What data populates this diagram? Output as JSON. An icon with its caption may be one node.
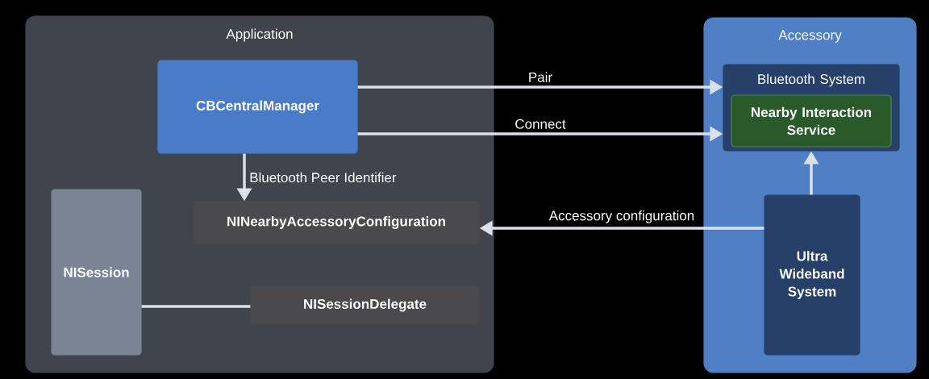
{
  "diagram": {
    "nodes": [
      {
        "text": [
          "Application"
        ]
      },
      {
        "text": [
          "CBCentralManager"
        ],
        "in": 0
      },
      {
        "text": [
          "NISession"
        ],
        "in": 0
      },
      {
        "text": [
          "NINearbyAccessoryConfiguration"
        ],
        "in": 0
      },
      {
        "text": [
          "NISessionDelegate"
        ],
        "in": 0
      },
      {
        "text": [
          "Accessory"
        ]
      },
      {
        "text": [
          "Bluetooth System"
        ],
        "in": 5
      },
      {
        "text": [
          "Nearby Interaction Service"
        ],
        "in": 6
      },
      {
        "text": [
          "Ultra Wideband System"
        ],
        "in": 5
      }
    ],
    "edges": [
      {
        "from": 1,
        "to": 6,
        "arrow": "to",
        "label": "Pair"
      },
      {
        "from": 1,
        "to": 6,
        "arrow": "to",
        "label": "Connect"
      },
      {
        "from": 1,
        "to": 3,
        "arrow": "to",
        "label": "Bluetooth Peer Identifier"
      },
      {
        "from": 8,
        "to": 3,
        "arrow": "to",
        "label": "Accessory configuration"
      },
      {
        "from": 8,
        "to": 6,
        "arrow": "to"
      },
      {
        "from": 2,
        "to": 4,
        "arrow": "none"
      }
    ]
  }
}
